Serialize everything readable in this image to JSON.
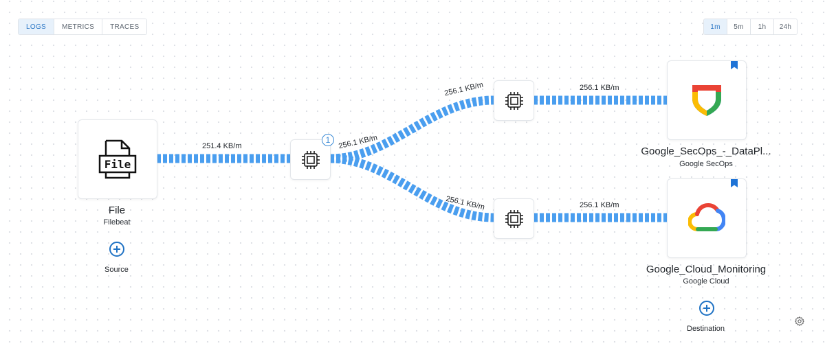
{
  "telemetry_tabs": [
    {
      "label": "LOGS",
      "active": true
    },
    {
      "label": "METRICS",
      "active": false
    },
    {
      "label": "TRACES",
      "active": false
    }
  ],
  "time_ranges": [
    {
      "label": "1m",
      "active": true
    },
    {
      "label": "5m",
      "active": false
    },
    {
      "label": "1h",
      "active": false
    },
    {
      "label": "24h",
      "active": false
    }
  ],
  "source": {
    "icon": "file-icon",
    "icon_text": "File",
    "title": "File",
    "subtitle": "Filebeat",
    "add_label": "Source"
  },
  "processor_badge": "1",
  "edges": {
    "source_to_processor": "251.4 KB/m",
    "processor_to_upper": "256.1 KB/m",
    "processor_to_upper_2": "256.1 KB/m",
    "processor_to_lower": "256.1 KB/m",
    "upper_to_dest": "256.1 KB/m",
    "lower_to_dest": "256.1 KB/m"
  },
  "destinations": [
    {
      "title": "Google_SecOps_-_DataPl...",
      "subtitle": "Google SecOps",
      "icon": "google-secops-shield-icon"
    },
    {
      "title": "Google_Cloud_Monitoring",
      "subtitle": "Google Cloud",
      "icon": "google-cloud-icon"
    }
  ],
  "add_destination_label": "Destination",
  "colors": {
    "flow": "#4a9eef",
    "accent": "#1f72c4",
    "bookmark": "#1e73d6"
  }
}
